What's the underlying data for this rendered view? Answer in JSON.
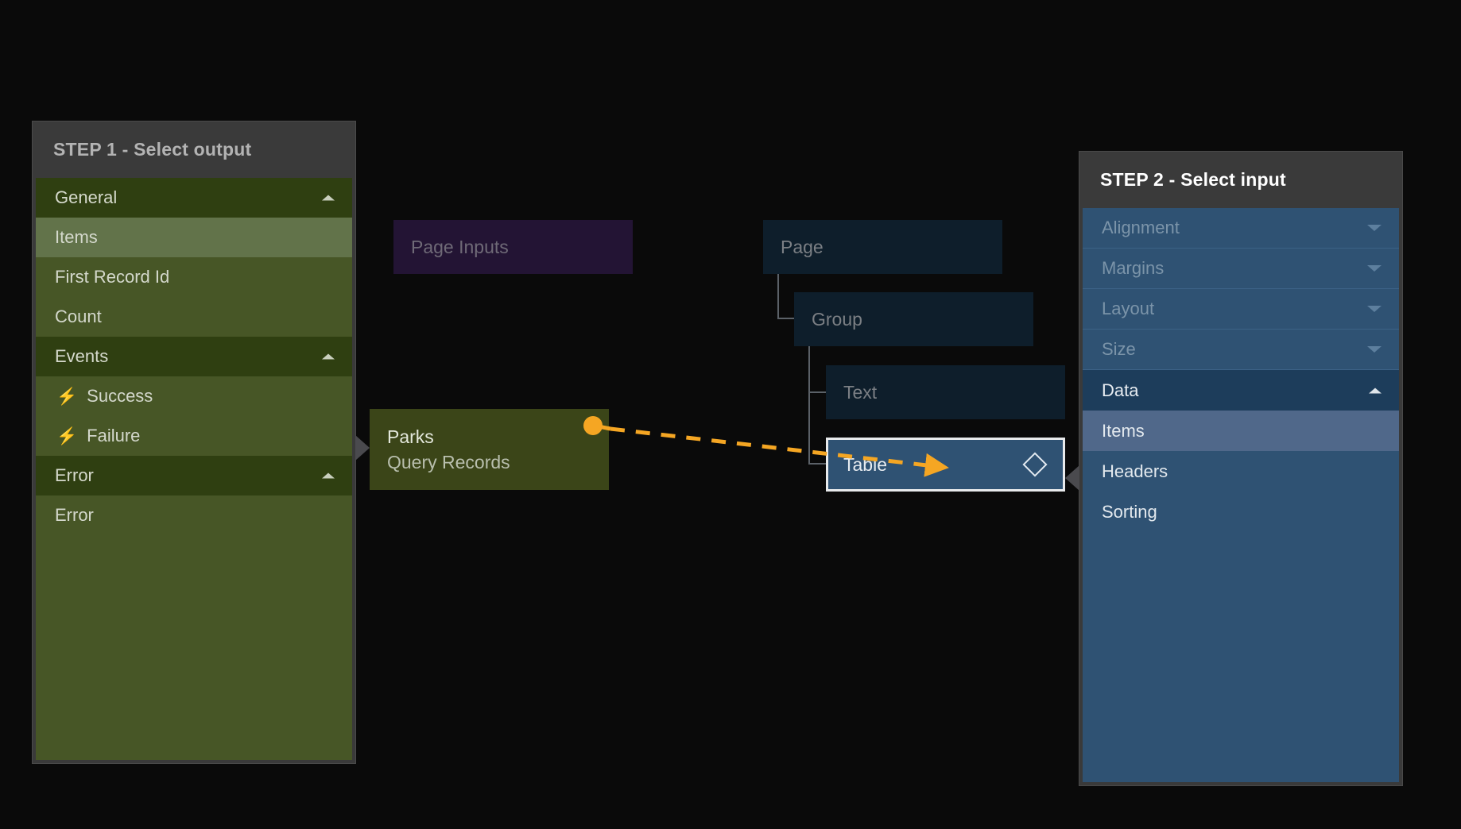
{
  "canvas": {
    "background": "#0a0a0a"
  },
  "output_panel": {
    "title": "STEP 1 - Select output",
    "accent": "#475626",
    "rows": [
      {
        "label": "General",
        "type": "group",
        "state": "expanded"
      },
      {
        "label": "Items",
        "type": "item",
        "state": "selected"
      },
      {
        "label": "First Record Id",
        "type": "item",
        "state": "normal"
      },
      {
        "label": "Count",
        "type": "item",
        "state": "normal"
      },
      {
        "label": "Events",
        "type": "group",
        "state": "expanded"
      },
      {
        "label": "Success",
        "type": "event",
        "state": "normal",
        "icon": "lightning-bolt-icon"
      },
      {
        "label": "Failure",
        "type": "event",
        "state": "normal",
        "icon": "lightning-bolt-icon"
      },
      {
        "label": "Error",
        "type": "group",
        "state": "expanded"
      },
      {
        "label": "Error",
        "type": "item",
        "state": "normal"
      }
    ]
  },
  "input_panel": {
    "title": "STEP 2 - Select input",
    "accent": "#2f5273",
    "rows": [
      {
        "label": "Alignment",
        "type": "group",
        "state": "collapsed"
      },
      {
        "label": "Margins",
        "type": "group",
        "state": "collapsed"
      },
      {
        "label": "Layout",
        "type": "group",
        "state": "collapsed"
      },
      {
        "label": "Size",
        "type": "group",
        "state": "collapsed"
      },
      {
        "label": "Data",
        "type": "group",
        "state": "expanded"
      },
      {
        "label": "Items",
        "type": "item",
        "state": "selected"
      },
      {
        "label": "Headers",
        "type": "item",
        "state": "normal"
      },
      {
        "label": "Sorting",
        "type": "item",
        "state": "normal"
      }
    ]
  },
  "flow": {
    "nodes": {
      "page_inputs": {
        "label": "Page Inputs",
        "color": "#231434"
      },
      "parks": {
        "label": "Parks",
        "sublabel": "Query Records",
        "color": "#3b4518"
      },
      "page": {
        "label": "Page",
        "color": "#0e1e2b"
      },
      "group": {
        "label": "Group",
        "color": "#0e1e2b"
      },
      "text": {
        "label": "Text",
        "color": "#0e1e2b"
      },
      "table": {
        "label": "Table",
        "color": "#2f5273",
        "selected": true,
        "icon": "diamond-icon"
      }
    },
    "connection": {
      "color": "#f5a623",
      "style": "dashed",
      "from": "parks",
      "to": "table"
    }
  }
}
